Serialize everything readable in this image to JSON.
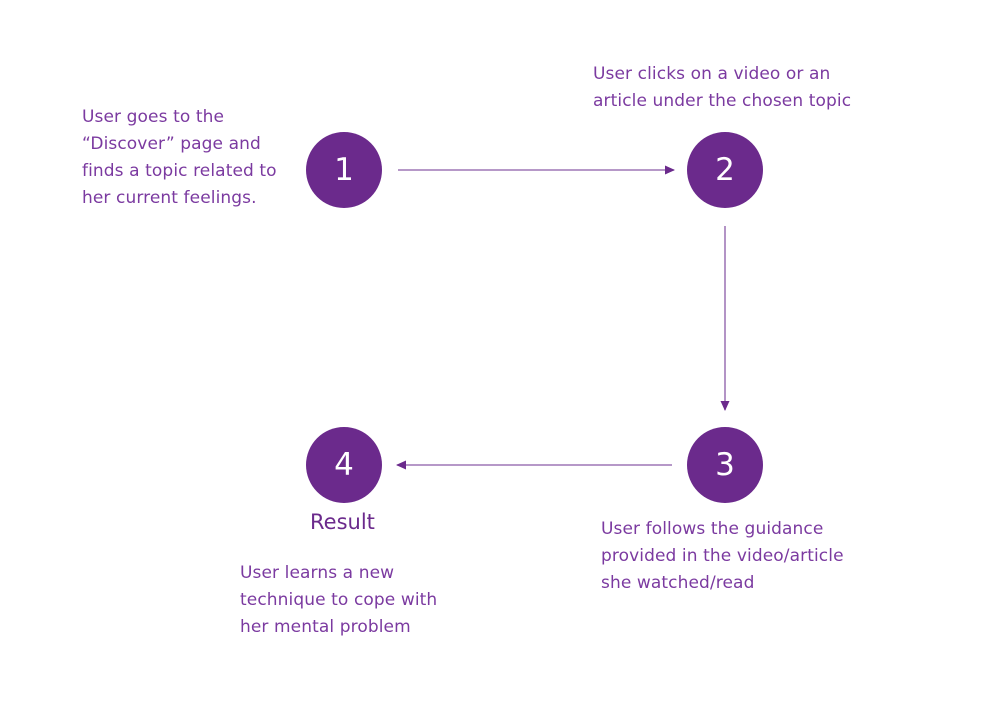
{
  "theme": {
    "accent": "#6b2a8c",
    "text": "#7b3aa0",
    "line": "#8a5aa8",
    "background": "#ffffff"
  },
  "steps": [
    {
      "number": "1",
      "description": "User goes to the\n“Discover” page and\nfinds a topic related to\nher current feelings."
    },
    {
      "number": "2",
      "description": "User clicks on a video or an\narticle under the chosen topic"
    },
    {
      "number": "3",
      "description": "User follows the guidance\nprovided in the video/article\nshe watched/read"
    },
    {
      "number": "4",
      "label": "Result",
      "description": "User learns a new\ntechnique to cope with\nher mental problem"
    }
  ],
  "connectors": [
    {
      "from": "1",
      "to": "2"
    },
    {
      "from": "2",
      "to": "3"
    },
    {
      "from": "3",
      "to": "4"
    }
  ]
}
